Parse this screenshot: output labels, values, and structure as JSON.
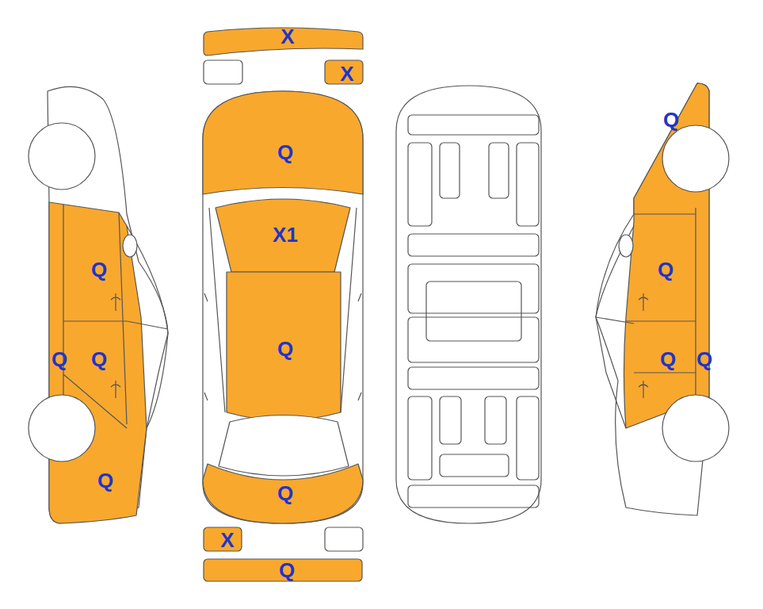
{
  "diagram": {
    "labels": [
      "X",
      "X",
      "Q",
      "Q",
      "X1",
      "Q",
      "Q",
      "Q",
      "Q",
      "Q",
      "Q",
      "Q",
      "Q",
      "Q",
      "X",
      "Q"
    ]
  }
}
